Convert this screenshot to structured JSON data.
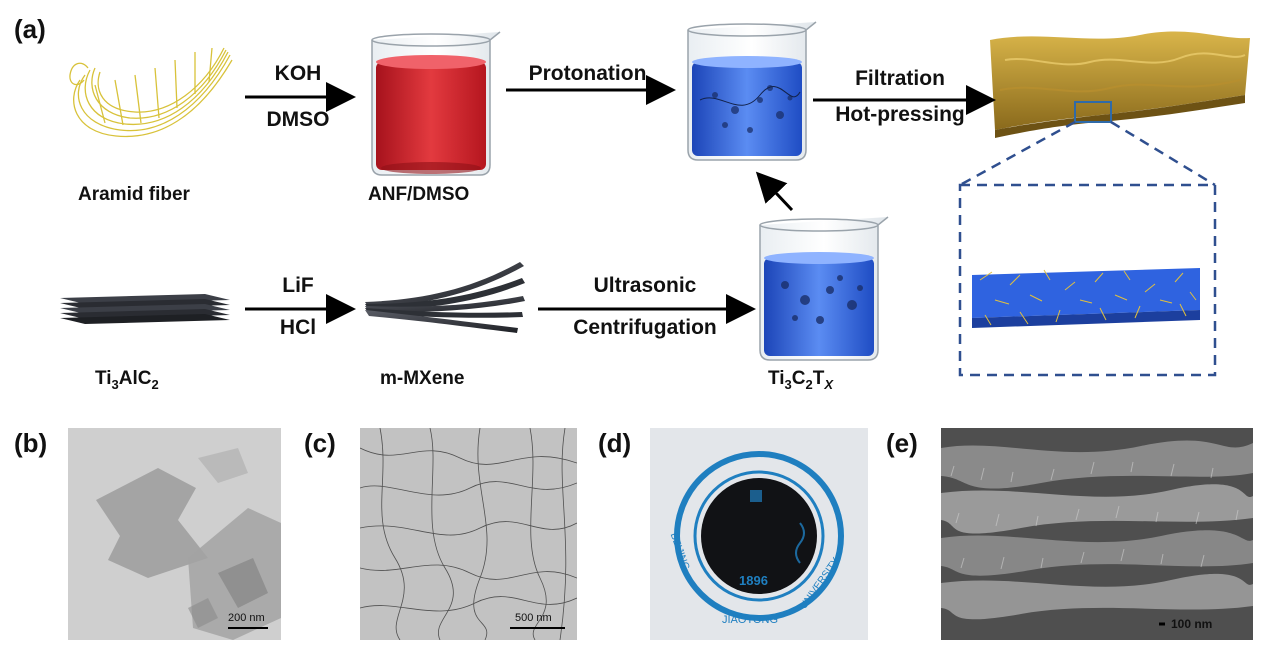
{
  "panels": {
    "a": "(a)",
    "b": "(b)",
    "c": "(c)",
    "d": "(d)",
    "e": "(e)"
  },
  "steps": {
    "koh": "KOH",
    "dmso": "DMSO",
    "protonation": "Protonation",
    "filtration": "Filtration",
    "hot_pressing": "Hot-pressing",
    "lif": "LiF",
    "hcl": "HCl",
    "ultrasonic": "Ultrasonic",
    "centrifugation": "Centrifugation"
  },
  "materials": {
    "aramid": "Aramid fiber",
    "anf_dmso": "ANF/DMSO",
    "ti3alc2_main": "Ti",
    "ti3alc2_sub1": "3",
    "ti3alc2_mid": "AlC",
    "ti3alc2_sub2": "2",
    "mmxene": "m-MXene",
    "ti3c2tx_a": "Ti",
    "ti3c2tx_s1": "3",
    "ti3c2tx_b": "C",
    "ti3c2tx_s2": "2",
    "ti3c2tx_c": "T",
    "ti3c2tx_s3": "X"
  },
  "scalebars": {
    "b": "200 nm",
    "c": "500 nm",
    "e": "100 nm"
  },
  "logo": {
    "year": "1896",
    "name_left": "BEIJING",
    "name_bottom": "JIAOTONG",
    "name_right": "UNIVERSITY"
  },
  "colors": {
    "red_solution": "#d0202c",
    "blue_solution": "#2f63e0",
    "gold": "#c8a036",
    "dashed": "#2f4f8f",
    "logo_blue": "#1f7fc0"
  }
}
